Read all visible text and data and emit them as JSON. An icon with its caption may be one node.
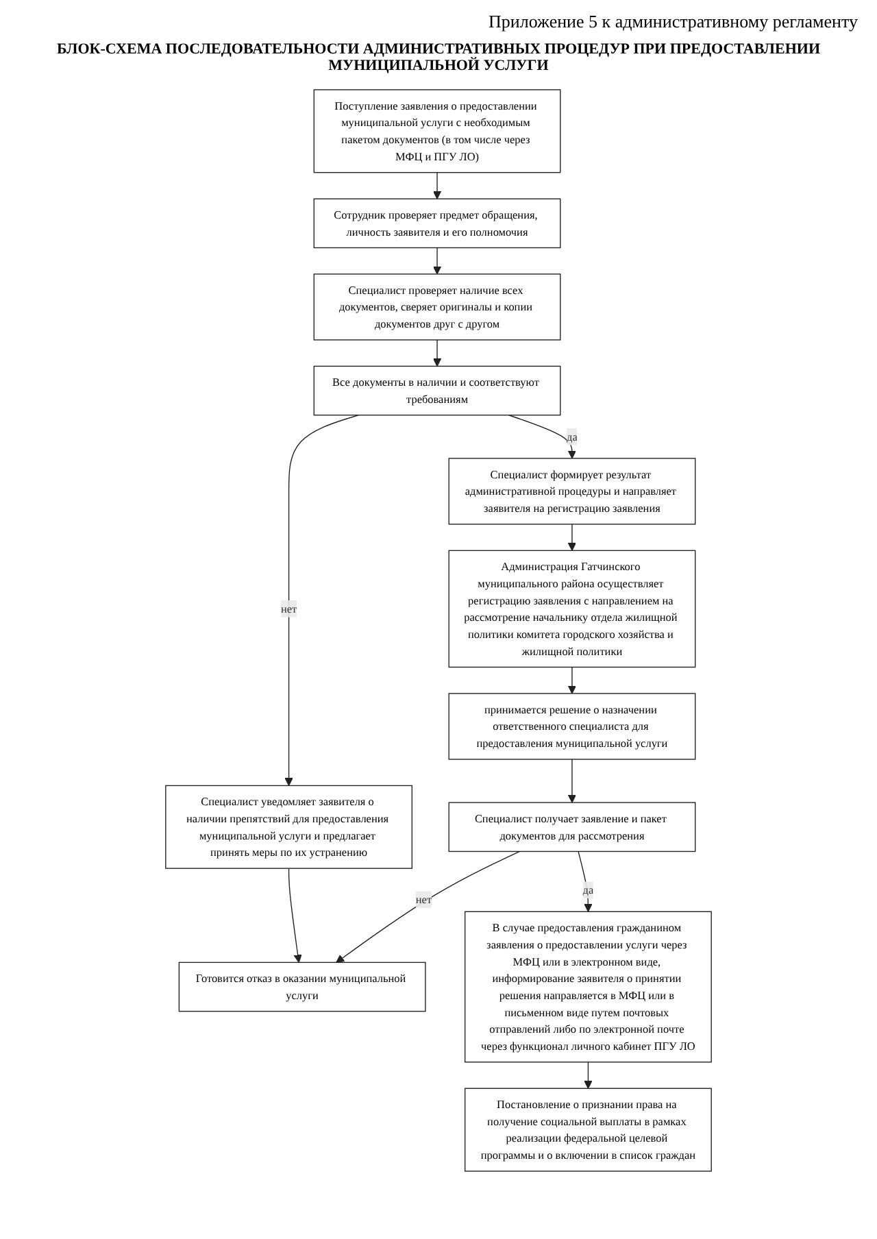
{
  "diagram": {
    "title": "БЛОК-СХЕМА ПОСЛЕДОВАТЕЛЬНОСТИ АДМИНИСТРАТИВНЫХ ПРОЦЕДУР ПРИ ПРЕДОСТАВЛЕНИИ МУНИЦИПАЛЬНОЙ УСЛУГИ",
    "nodes": [
      {
        "text": [
          "Поступление заявления о предоставлении муниципальной услуги с необходимым пакетом документов (в том числе через МФЦ и ПГУ ЛО)"
        ]
      },
      {
        "text": [
          "Сотрудник проверяет предмет обращения, личность заявителя и его полномочия"
        ]
      },
      {
        "text": [
          "Специалист проверяет наличие всех документов, сверяет оригиналы и копии документов друг с другом"
        ]
      },
      {
        "text": [
          "Все документы в наличии и соответствуют требованиям"
        ]
      },
      {
        "text": [
          "Специалист уведомляет заявителя о наличии препятствий для предоставления муниципальной услуги и предлагает принять меры по их устранению"
        ]
      },
      {
        "text": [
          "Готовится отказ в оказании муниципальной услуги"
        ]
      },
      {
        "text": [
          "Специалист формирует результат административной процедуры и направляет заявителя на регистрацию заявления"
        ]
      },
      {
        "text": [
          "Администрация Гатчинского муниципального района осуществляет регистрацию заявления с направлением на рассмотрение начальнику отдела жилищной политики комитета городского хозяйства и жилищной политики"
        ]
      },
      {
        "text": [
          "принимается решение о назначении ответственного специалиста для предоставления муниципальной услуги"
        ]
      },
      {
        "text": [
          "Специалист получает заявление и пакет документов для рассмотрения"
        ]
      },
      {
        "text": [
          "В случае предоставления гражданином заявления о предоставлении услуги через МФЦ или в электронном виде, информирование заявителя о принятии решения направляется в МФЦ или в письменном виде путем почтовых отправлений либо по электронной почте через функционал личного кабинет ПГУ ЛО"
        ]
      },
      {
        "text": [
          "Постановление о признании права на получение социальной выплаты в рамках реализации федеральной целевой программы и о включении в список граждан"
        ]
      }
    ],
    "edges": [
      {
        "from": 0,
        "to": 1,
        "arrow": "to"
      },
      {
        "from": 1,
        "to": 2,
        "arrow": "to"
      },
      {
        "from": 2,
        "to": 3,
        "arrow": "to"
      },
      {
        "from": 3,
        "to": 4,
        "arrow": "to",
        "label": "нет"
      },
      {
        "from": 3,
        "to": 6,
        "arrow": "to",
        "label": "да"
      },
      {
        "from": 4,
        "to": 5,
        "arrow": "to"
      },
      {
        "from": 6,
        "to": 7,
        "arrow": "to"
      },
      {
        "from": 7,
        "to": 8,
        "arrow": "to"
      },
      {
        "from": 8,
        "to": 9,
        "arrow": "to"
      },
      {
        "from": 9,
        "to": 5,
        "arrow": "to",
        "label": "нет"
      },
      {
        "from": 9,
        "to": 10,
        "arrow": "to",
        "label": "да"
      },
      {
        "from": 10,
        "to": 11,
        "arrow": "to"
      }
    ],
    "labels": [
      "Приложение 5 к административному регламенту"
    ]
  }
}
